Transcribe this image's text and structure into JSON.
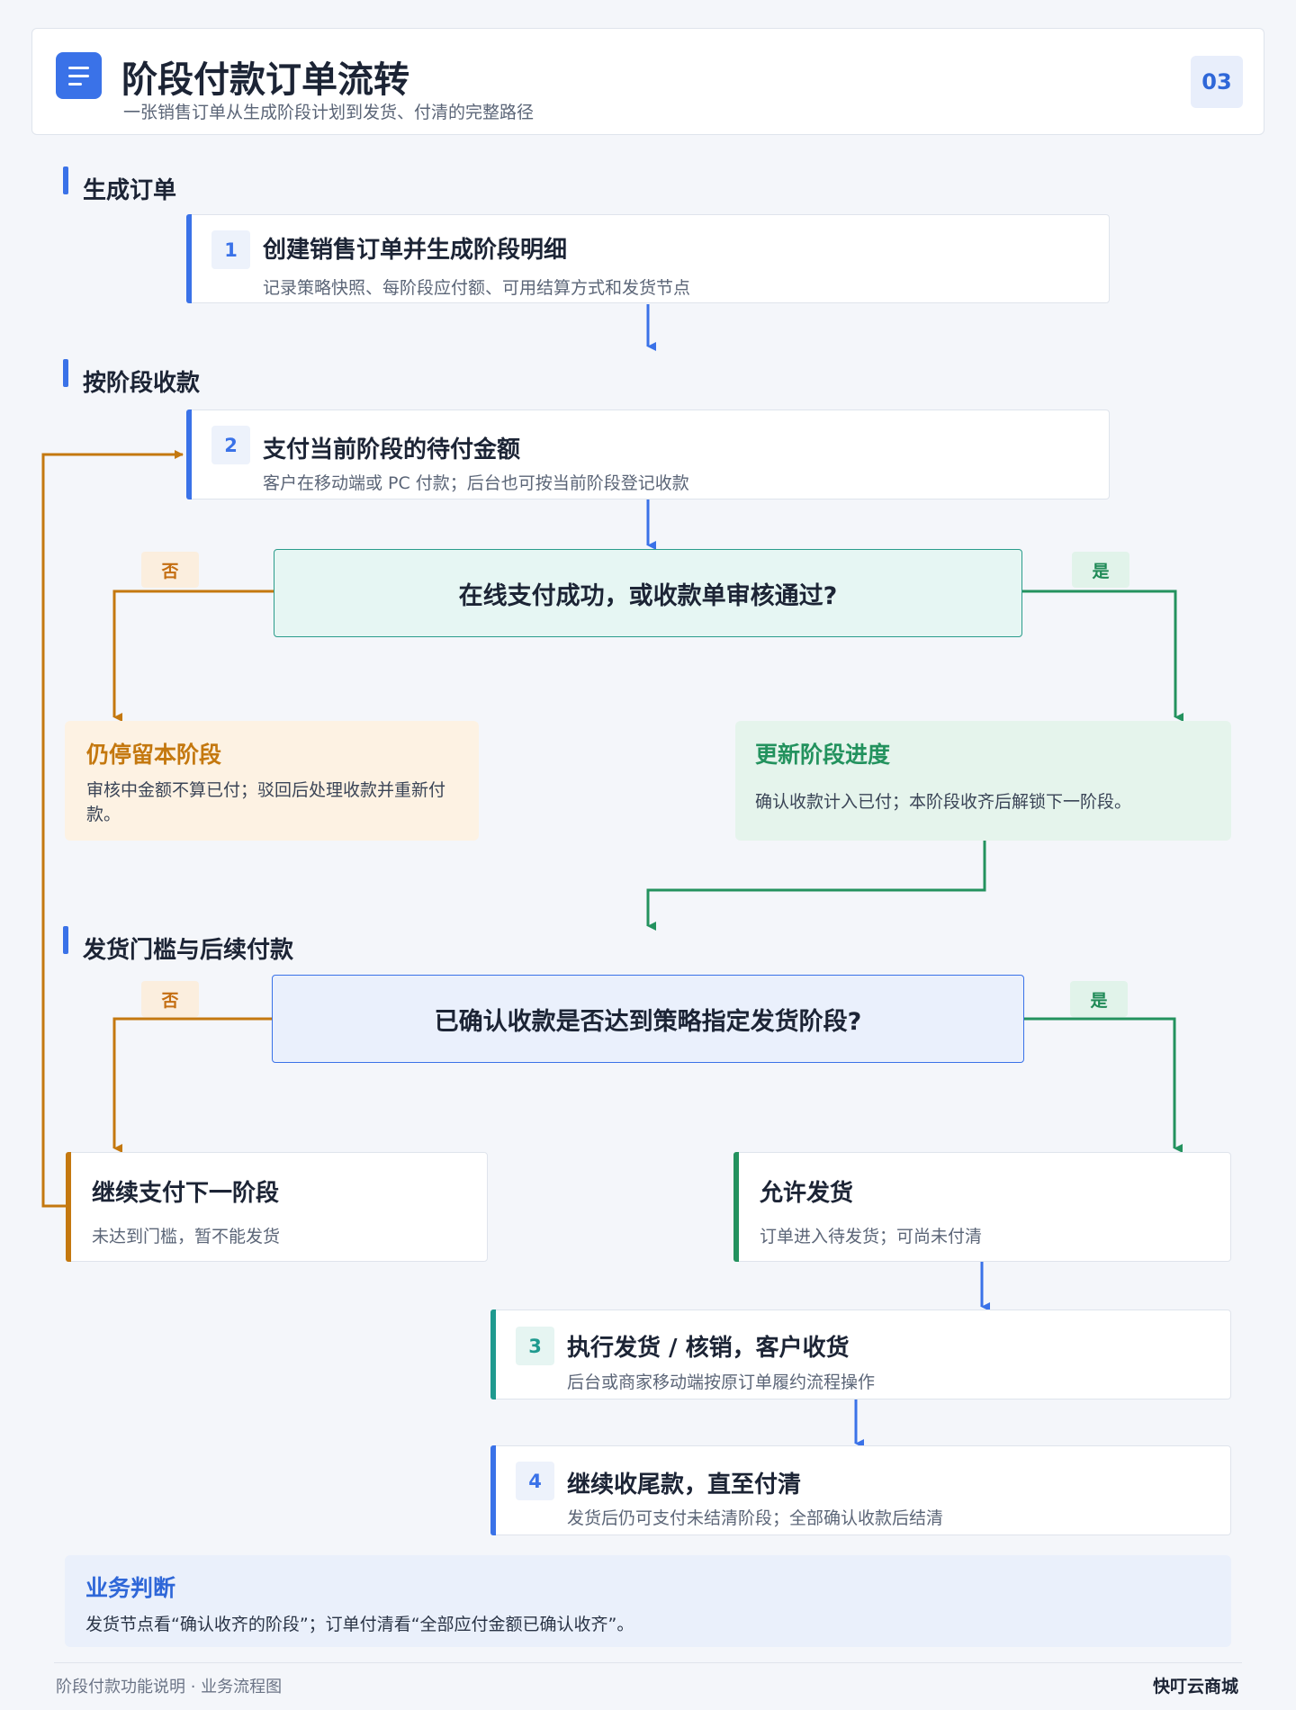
{
  "header": {
    "title": "阶段付款订单流转",
    "subtitle": "一张销售订单从生成阶段计划到发货、付清的完整路径",
    "page_number": "03",
    "logo_icon": "document-list-icon"
  },
  "sections": {
    "create_order": "生成订单",
    "collect_by_stage": "按阶段收款",
    "shipping_threshold": "发货门槛与后续付款"
  },
  "steps": {
    "step1": {
      "number": "1",
      "title": "创建销售订单并生成阶段明细",
      "desc": "记录策略快照、每阶段应付额、可用结算方式和发货节点"
    },
    "step2": {
      "number": "2",
      "title": "支付当前阶段的待付金额",
      "desc": "客户在移动端或 PC 付款；后台也可按当前阶段登记收款"
    },
    "step3": {
      "number": "3",
      "title": "执行发货 / 核销，客户收货",
      "desc": "后台或商家移动端按原订单履约流程操作"
    },
    "step4": {
      "number": "4",
      "title": "继续收尾款，直至付清",
      "desc": "发货后仍可支付未结清阶段；全部确认收款后结清"
    }
  },
  "decision1": {
    "question": "在线支付成功，或收款单审核通过?",
    "no_label": "否",
    "yes_label": "是",
    "no_outcome": {
      "title": "仍停留本阶段",
      "desc": "审核中金额不算已付；驳回后处理收款并重新付款。"
    },
    "yes_outcome": {
      "title": "更新阶段进度",
      "desc": "确认收款计入已付；本阶段收齐后解锁下一阶段。"
    }
  },
  "decision2": {
    "question": "已确认收款是否达到策略指定发货阶段?",
    "no_label": "否",
    "yes_label": "是",
    "no_outcome": {
      "title": "继续支付下一阶段",
      "desc": "未达到门槛，暂不能发货"
    },
    "yes_outcome": {
      "title": "允许发货",
      "desc": "订单进入待发货；可尚未付清"
    }
  },
  "note": {
    "title": "业务判断",
    "text": "发货节点看“确认收齐的阶段”；订单付清看“全部应付金额已确认收齐”。"
  },
  "footer": {
    "left": "阶段付款功能说明 · 业务流程图",
    "right": "快叮云商城"
  },
  "colors": {
    "blue": "#3a72e8",
    "orange": "#c4780f",
    "green": "#23925e",
    "teal": "#1f9a8f"
  }
}
